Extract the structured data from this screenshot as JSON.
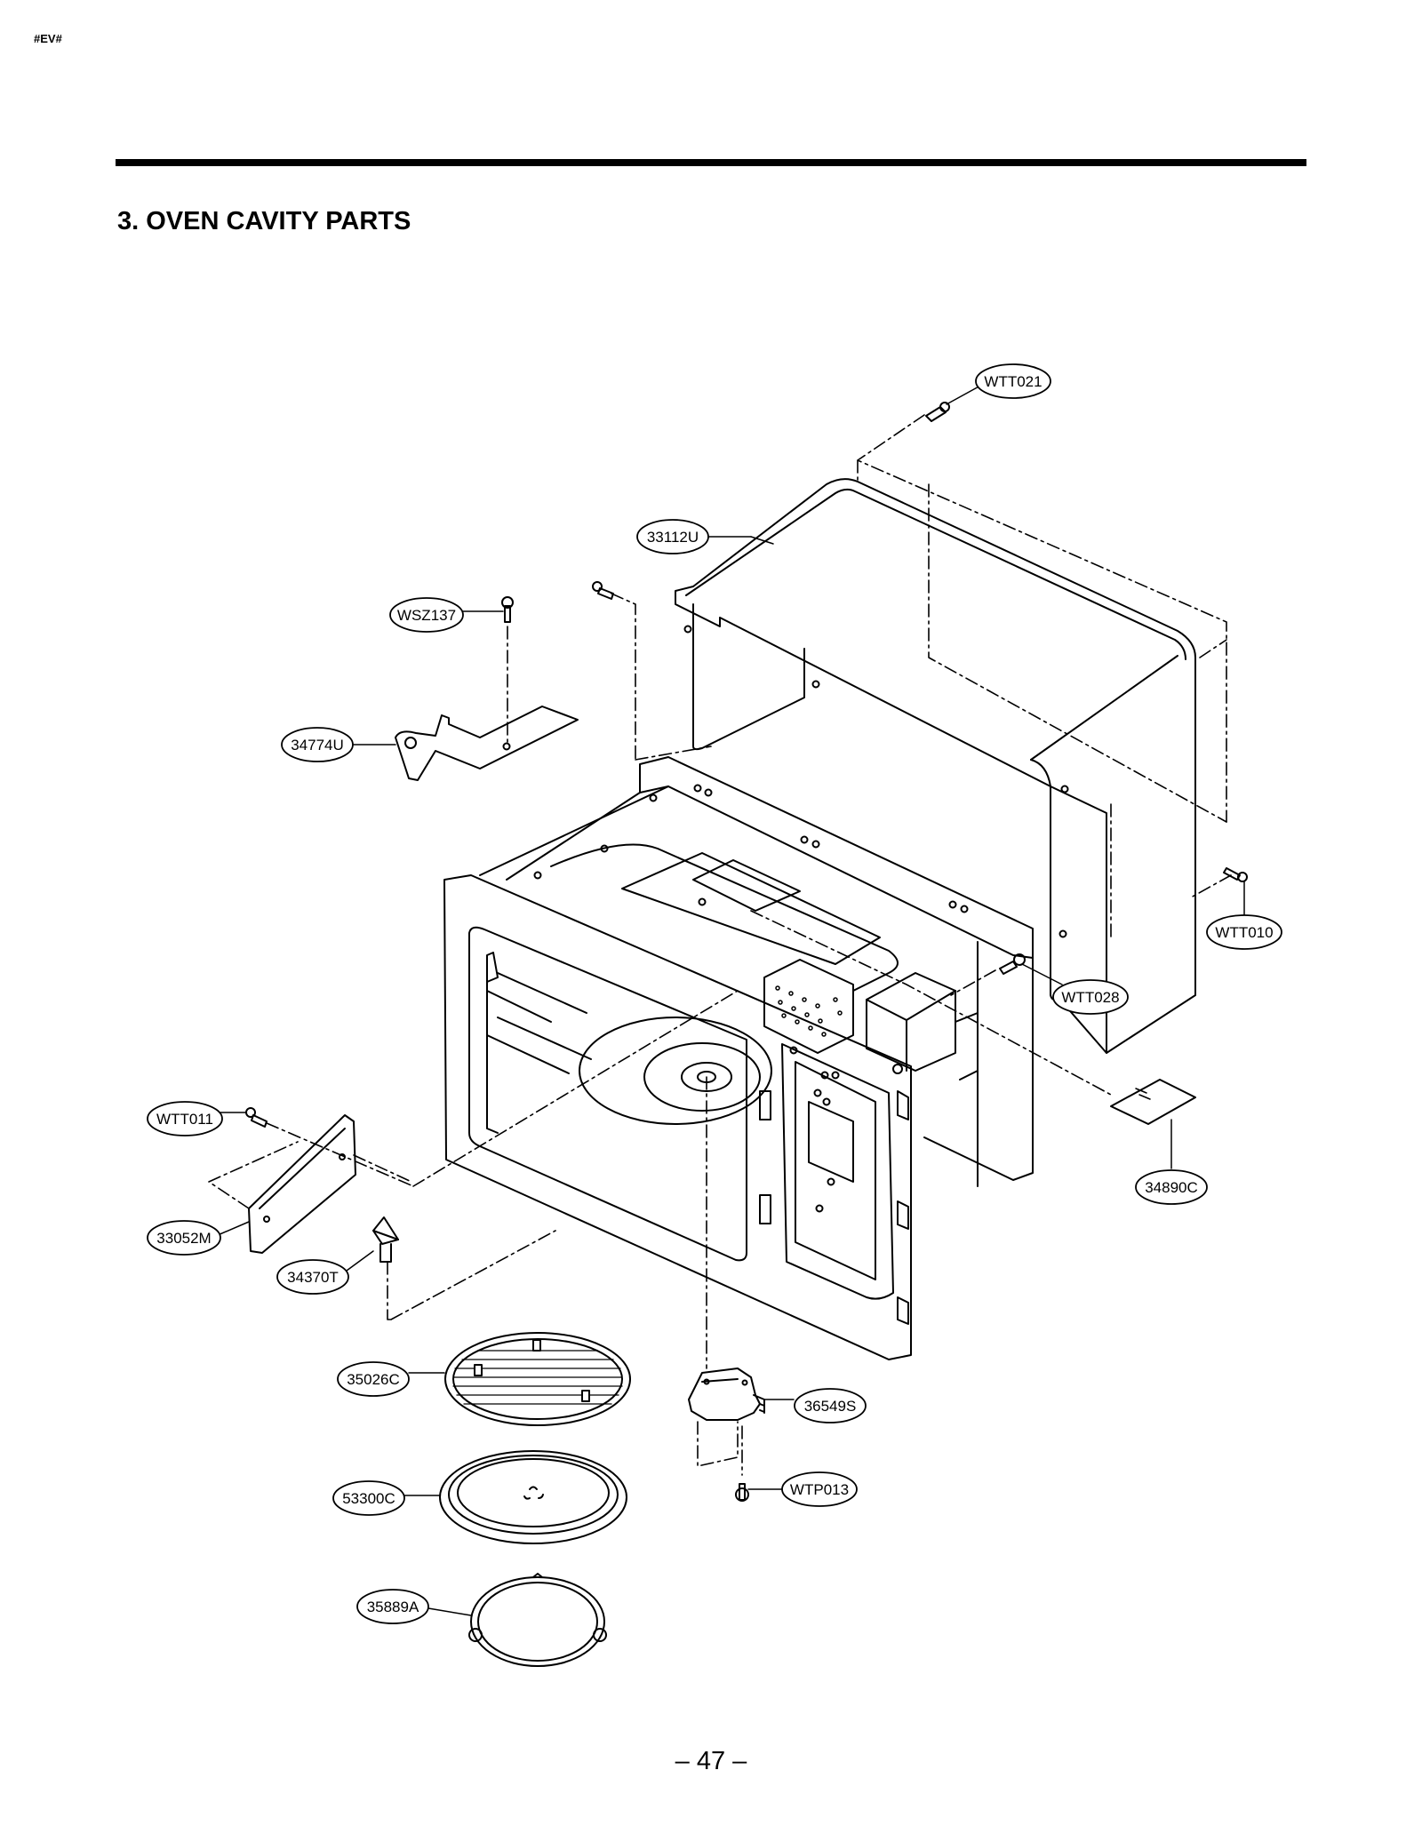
{
  "header_code": "#EV#",
  "section_title": "3. OVEN CAVITY PARTS",
  "page_number": "– 47 –",
  "part_labels": {
    "wtt021": "WTT021",
    "p33112u": "33112U",
    "wsz137": "WSZ137",
    "p34774u": "34774U",
    "wtt010": "WTT010",
    "wtt028": "WTT028",
    "wtt011": "WTT011",
    "p34890c": "34890C",
    "p33052m": "33052M",
    "p34370t": "34370T",
    "p35026c": "35026C",
    "p36549s": "36549S",
    "p53300c": "53300C",
    "wtp013": "WTP013",
    "p35889a": "35889A"
  }
}
